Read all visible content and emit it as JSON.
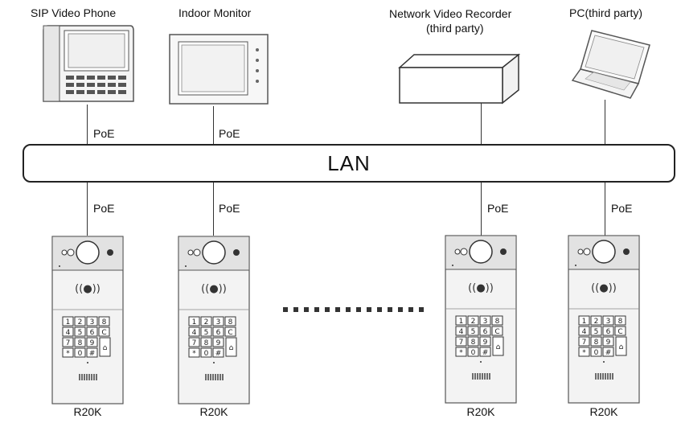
{
  "devices_top": [
    {
      "id": "sip",
      "label": "SIP Video Phone",
      "poe": "PoE"
    },
    {
      "id": "monitor",
      "label": "Indoor Monitor",
      "poe": "PoE"
    },
    {
      "id": "nvr",
      "label": "Network Video Recorder\n(third party)",
      "label_line1": "Network Video Recorder",
      "label_line2": "(third party)"
    },
    {
      "id": "pc",
      "label": "PC(third party)"
    }
  ],
  "lan_label": "LAN",
  "door_stations": [
    {
      "label": "R20K",
      "poe": "PoE"
    },
    {
      "label": "R20K",
      "poe": "PoE"
    },
    {
      "label": "R20K",
      "poe": "PoE"
    },
    {
      "label": "R20K",
      "poe": "PoE"
    }
  ],
  "keypad_keys": [
    "1",
    "2",
    "3",
    "8",
    "4",
    "5",
    "6",
    "C",
    "7",
    "8",
    "9",
    "*",
    "0",
    "#"
  ]
}
